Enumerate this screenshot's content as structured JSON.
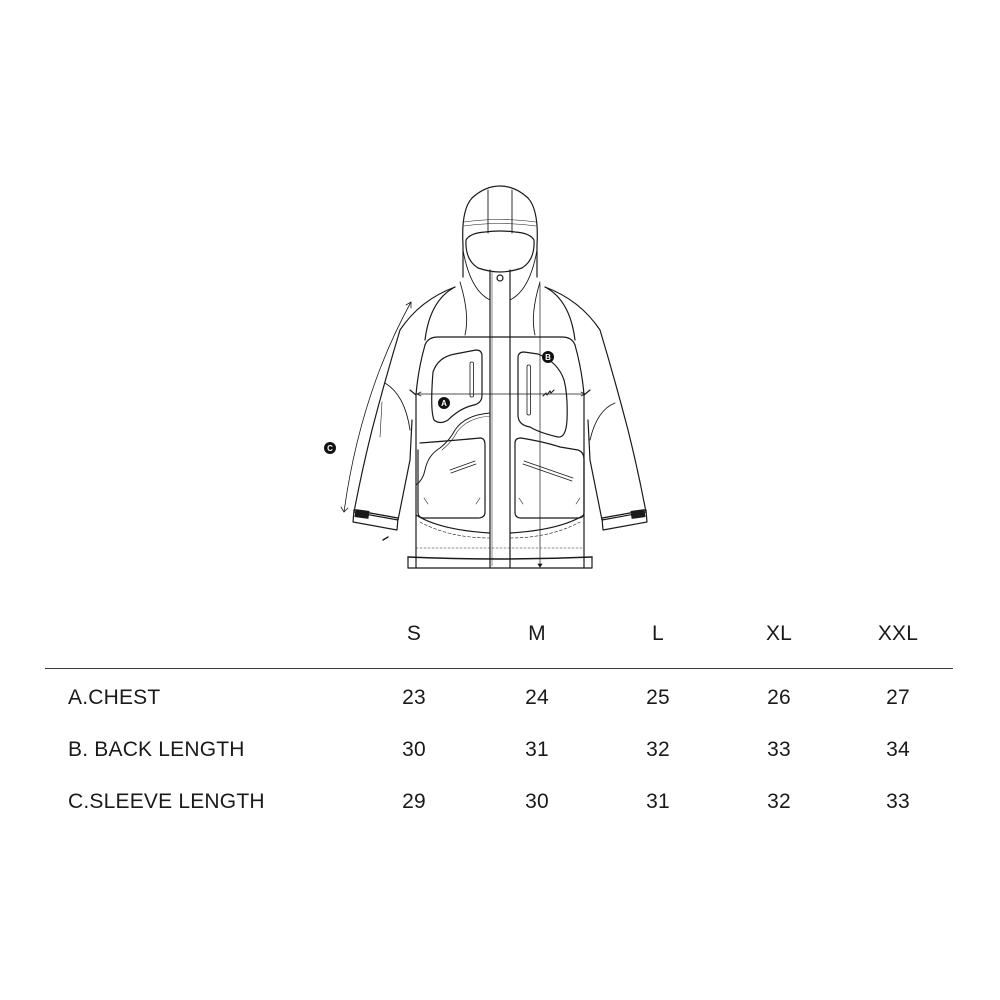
{
  "diagram": {
    "subject": "hooded technical jacket flat sketch",
    "markers": [
      {
        "id": "A",
        "label": "A",
        "meaning": "chest"
      },
      {
        "id": "B",
        "label": "B",
        "meaning": "back length"
      },
      {
        "id": "C",
        "label": "C",
        "meaning": "sleeve length"
      }
    ],
    "colors": {
      "line": "#1a1a1a",
      "marker_fill": "#111111",
      "marker_text": "#ffffff",
      "background": "#ffffff"
    }
  },
  "size_table": {
    "columns": [
      "S",
      "M",
      "L",
      "XL",
      "XXL"
    ],
    "rows": [
      {
        "label": "A.CHEST",
        "values": [
          "23",
          "24",
          "25",
          "26",
          "27"
        ]
      },
      {
        "label": "B. BACK LENGTH",
        "values": [
          "30",
          "31",
          "32",
          "33",
          "34"
        ]
      },
      {
        "label": "C.SLEEVE LENGTH",
        "values": [
          "29",
          "30",
          "31",
          "32",
          "33"
        ]
      }
    ]
  }
}
